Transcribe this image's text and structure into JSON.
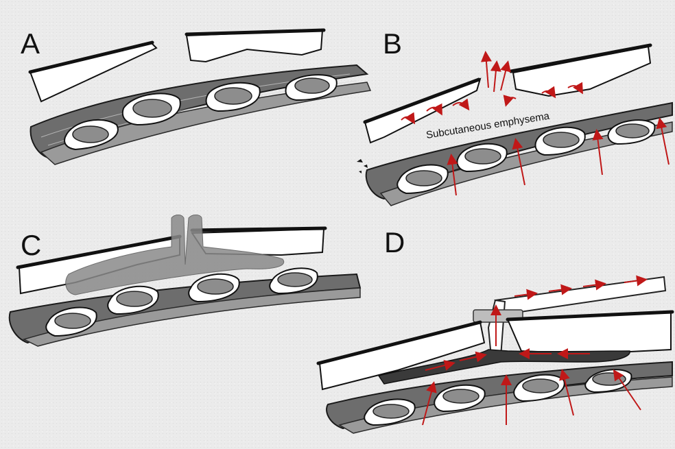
{
  "panels": {
    "a": {
      "letter": "A"
    },
    "b": {
      "letter": "B",
      "label": "Subcutaneous emphysema"
    },
    "c": {
      "letter": "C"
    },
    "d": {
      "letter": "D"
    }
  },
  "colors": {
    "arrow": "#c01818",
    "ink": "#111111",
    "tissue": "#6d6d6d",
    "background": "#ebebeb"
  }
}
